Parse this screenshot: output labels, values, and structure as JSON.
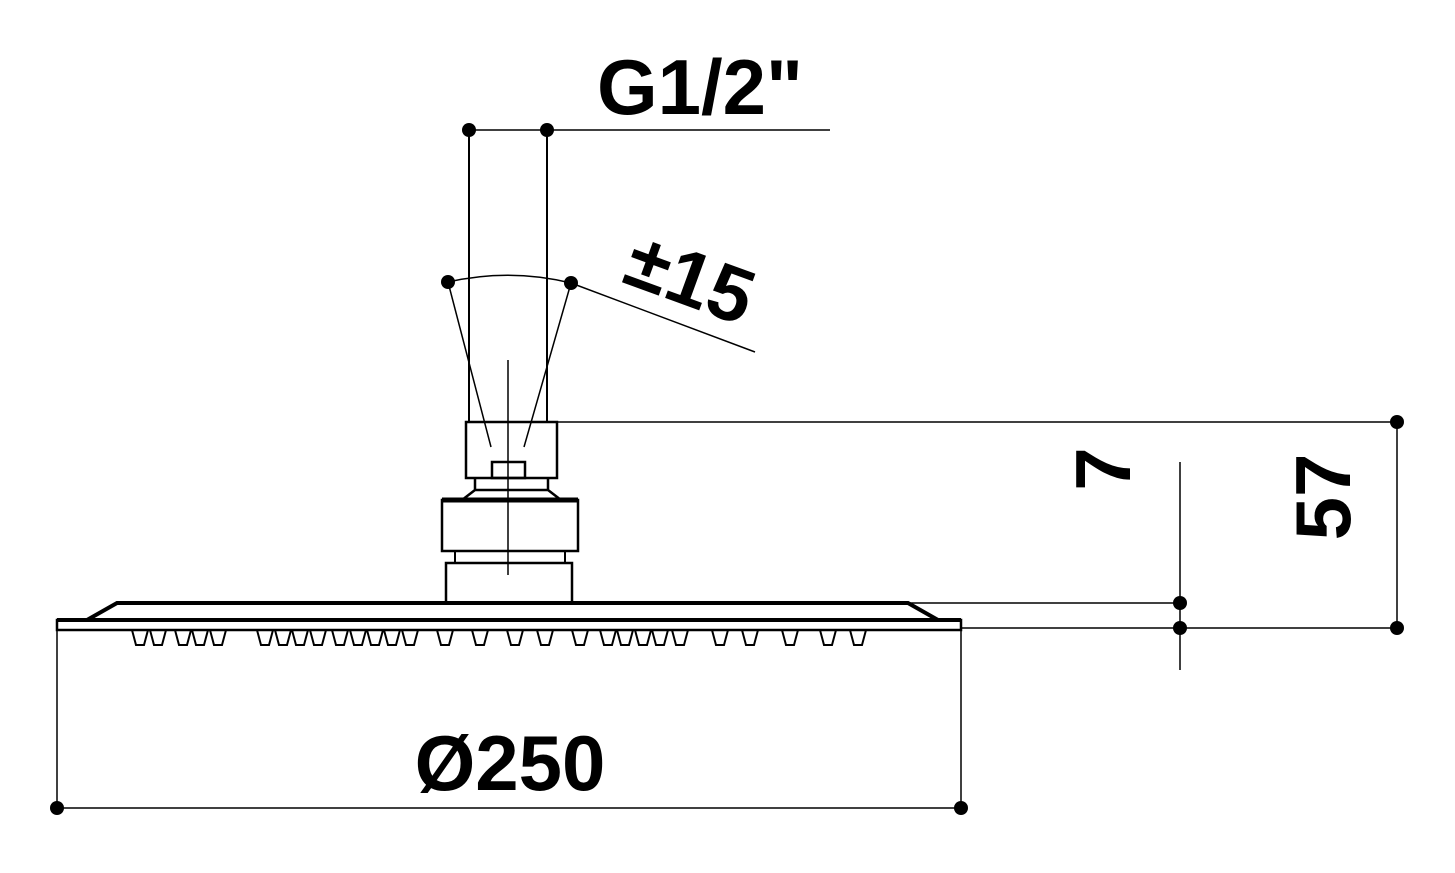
{
  "dimensions": {
    "thread": "G1/2\"",
    "swivel_angle": "±15",
    "height_total": "57",
    "plate_thickness": "7",
    "diameter": "Ø250"
  },
  "colors": {
    "line": "#000000",
    "background": "#ffffff"
  }
}
